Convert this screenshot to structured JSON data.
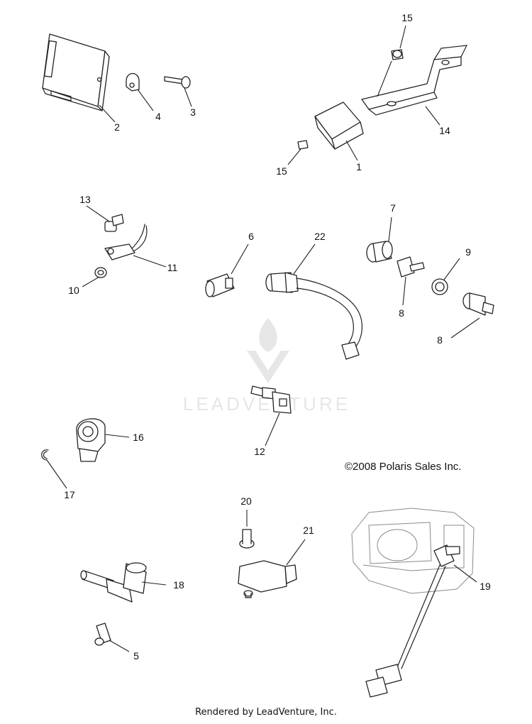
{
  "watermark": {
    "text": "LEADVENTURE"
  },
  "copyright": "©2008 Polaris Sales Inc.",
  "footer": "Rendered by LeadVenture, Inc.",
  "callouts": [
    "2",
    "4",
    "3",
    "15",
    "14",
    "15",
    "1",
    "13",
    "11",
    "10",
    "6",
    "22",
    "7",
    "9",
    "8",
    "8",
    "12",
    "16",
    "17",
    "20",
    "21",
    "18",
    "19",
    "5"
  ]
}
